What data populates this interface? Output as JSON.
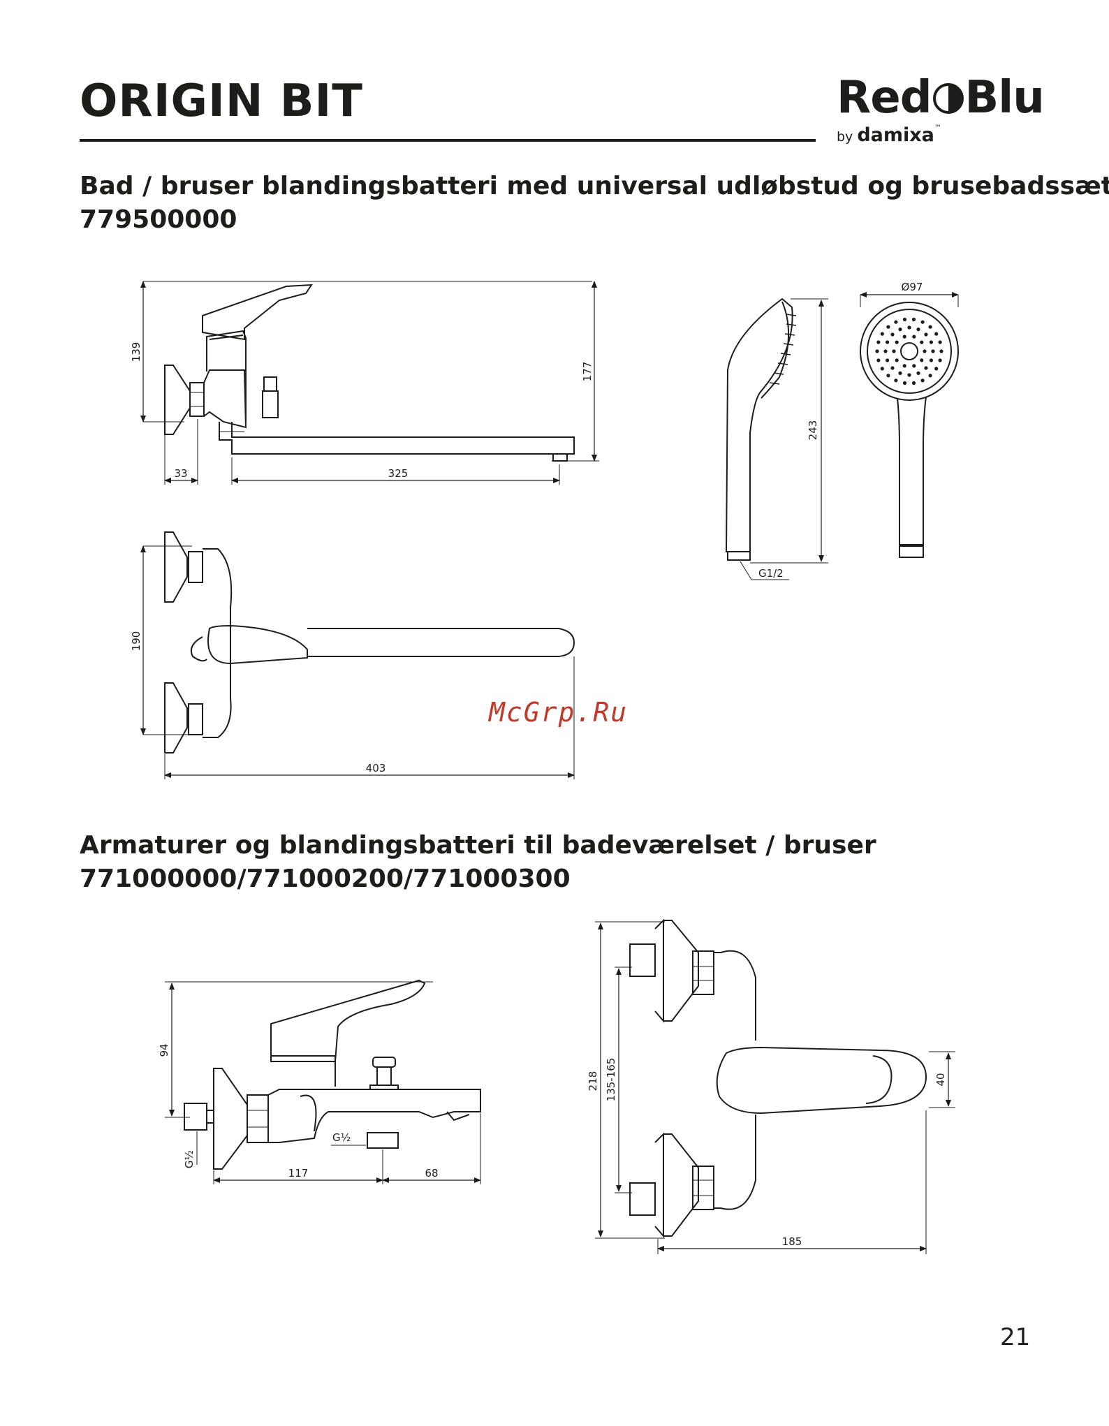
{
  "header": {
    "title": "ORIGIN BIT",
    "logo": {
      "part1": "Red",
      "part2": "Blu",
      "by": "by",
      "brand": "damixa",
      "tm": "™"
    }
  },
  "section1": {
    "heading_line1": "Bad / bruser blandingsbatteri med universal udløbstud og brusebadssæt",
    "heading_line2": "779500000",
    "dimensions": {
      "height_body": "139",
      "height_total": "177",
      "offset": "33",
      "spout_length": "325",
      "wall_distance": "190",
      "total_length": "403",
      "shower_length": "243",
      "shower_diameter": "Ø97",
      "thread": "G1/2"
    }
  },
  "section2": {
    "heading_line1": "Armaturer og blandingsbatteri til badeværelset / bruser",
    "heading_line2": "771000000/771000200/771000300",
    "dimensions": {
      "height_top": "94",
      "thread_side": "G½",
      "thread_outlet": "G½",
      "depth": "117",
      "spout": "68",
      "total_height": "218",
      "center_range": "135-165",
      "handle": "40",
      "total_width": "185"
    }
  },
  "watermark": "McGrp.Ru",
  "footer": {
    "page_number": "21"
  }
}
